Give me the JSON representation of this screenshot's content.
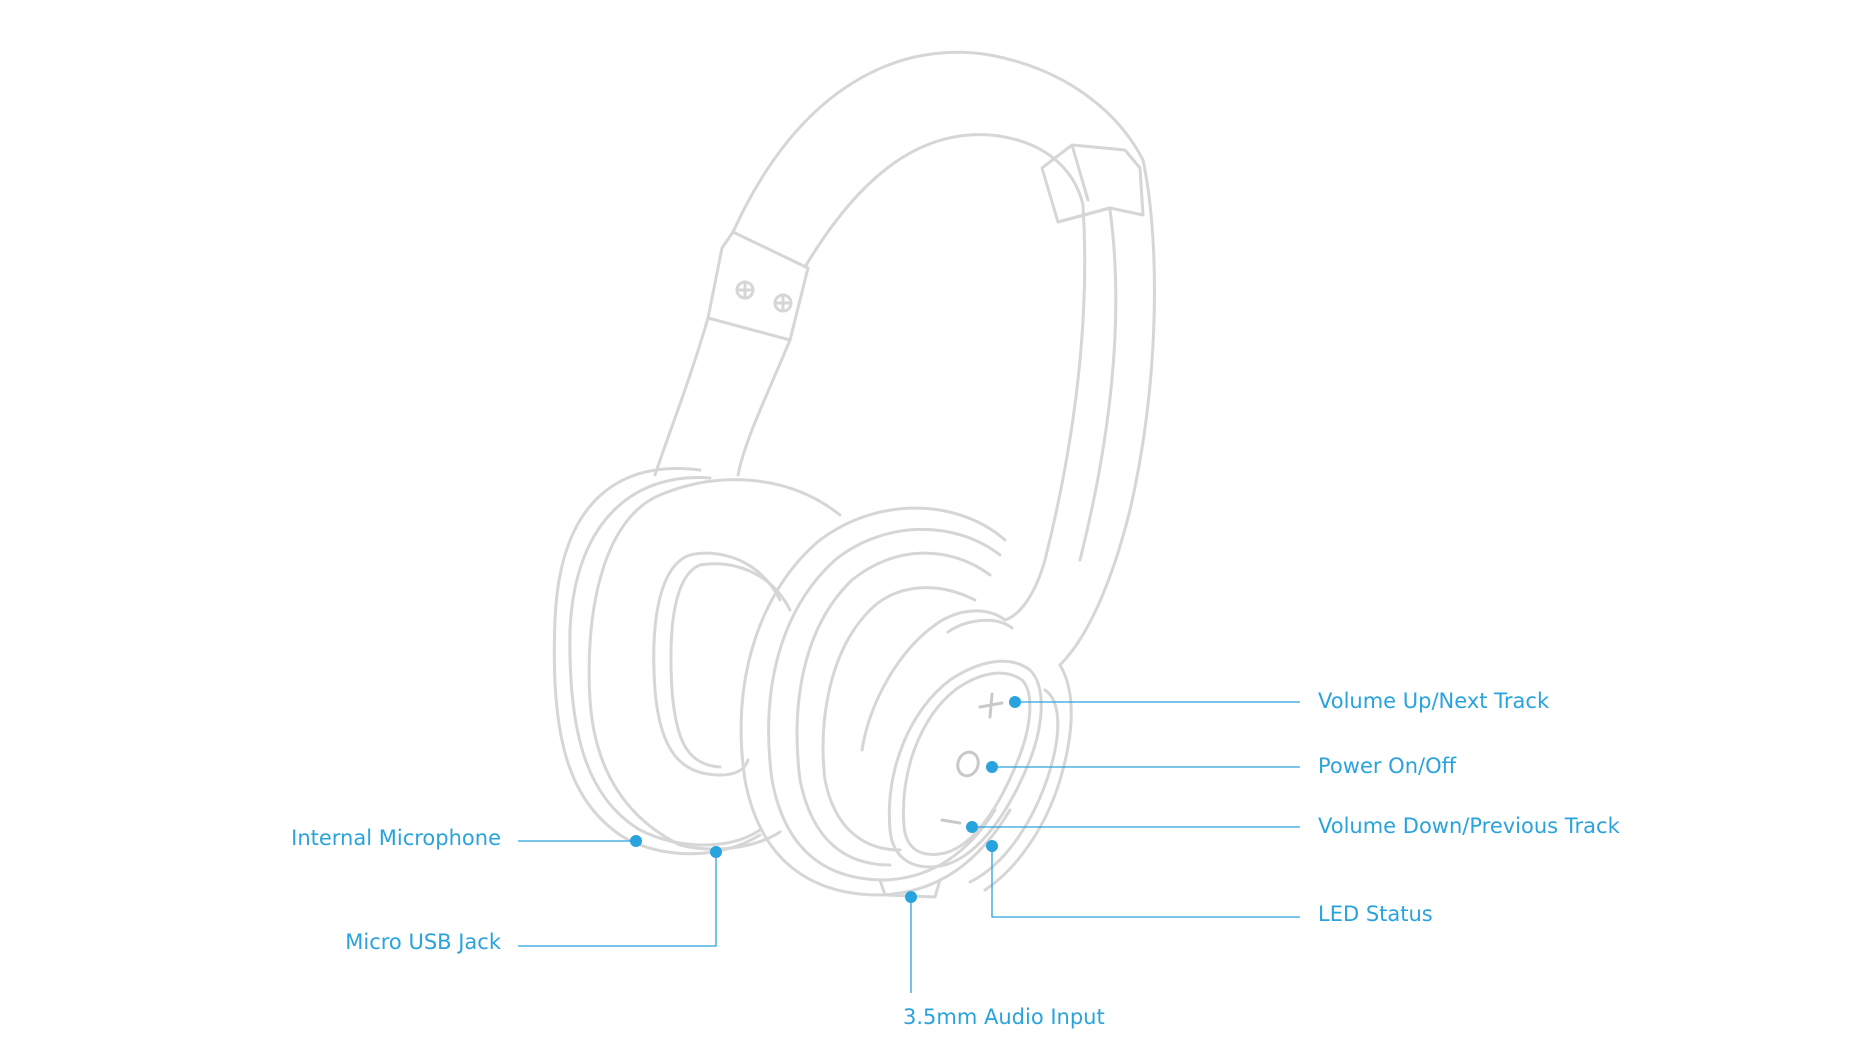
{
  "colors": {
    "callout": "#29a3dd",
    "outline": "#d6d6d6",
    "background": "#ffffff"
  },
  "labels": {
    "volume_up": "Volume Up/Next Track",
    "power": "Power On/Off",
    "volume_down": "Volume Down/Previous Track",
    "led": "LED Status",
    "audio_input": "3.5mm Audio Input",
    "microphone": "Internal Microphone",
    "usb": "Micro USB Jack"
  },
  "icons": [
    "plus-icon",
    "power-icon",
    "minus-icon"
  ]
}
